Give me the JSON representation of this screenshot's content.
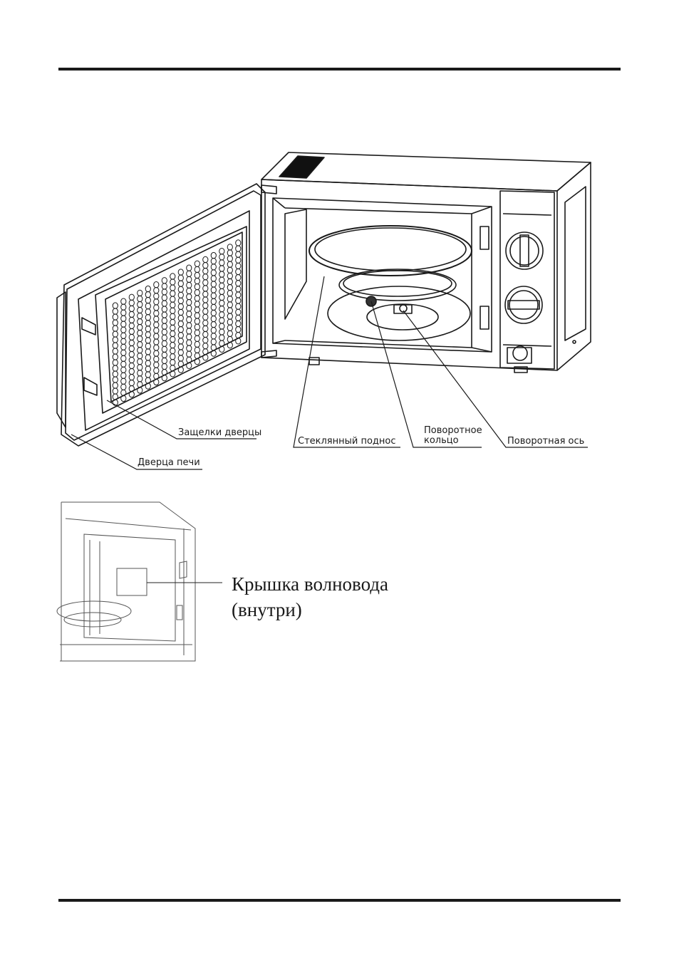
{
  "diagram": {
    "labels": {
      "door_latches": "Защелки дверцы",
      "glass_tray": "Стеклянный поднос",
      "rotating_ring_line1": "Поворотное",
      "rotating_ring_line2": "кольцо",
      "rotating_axis": "Поворотная ось",
      "oven_door": "Дверца печи"
    }
  },
  "inset": {
    "label_line1": "Крышка волновода",
    "label_line2": "(внутри)"
  }
}
